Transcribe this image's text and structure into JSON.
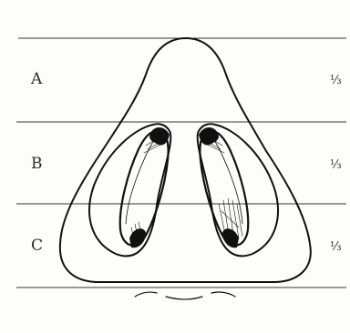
{
  "zones": [
    {
      "label": "A",
      "fraction": "⅓"
    },
    {
      "label": "B",
      "fraction": "⅓"
    },
    {
      "label": "C",
      "fraction": "⅓"
    }
  ],
  "ink_color": "#111111",
  "paper_color": "#fdfdfc"
}
